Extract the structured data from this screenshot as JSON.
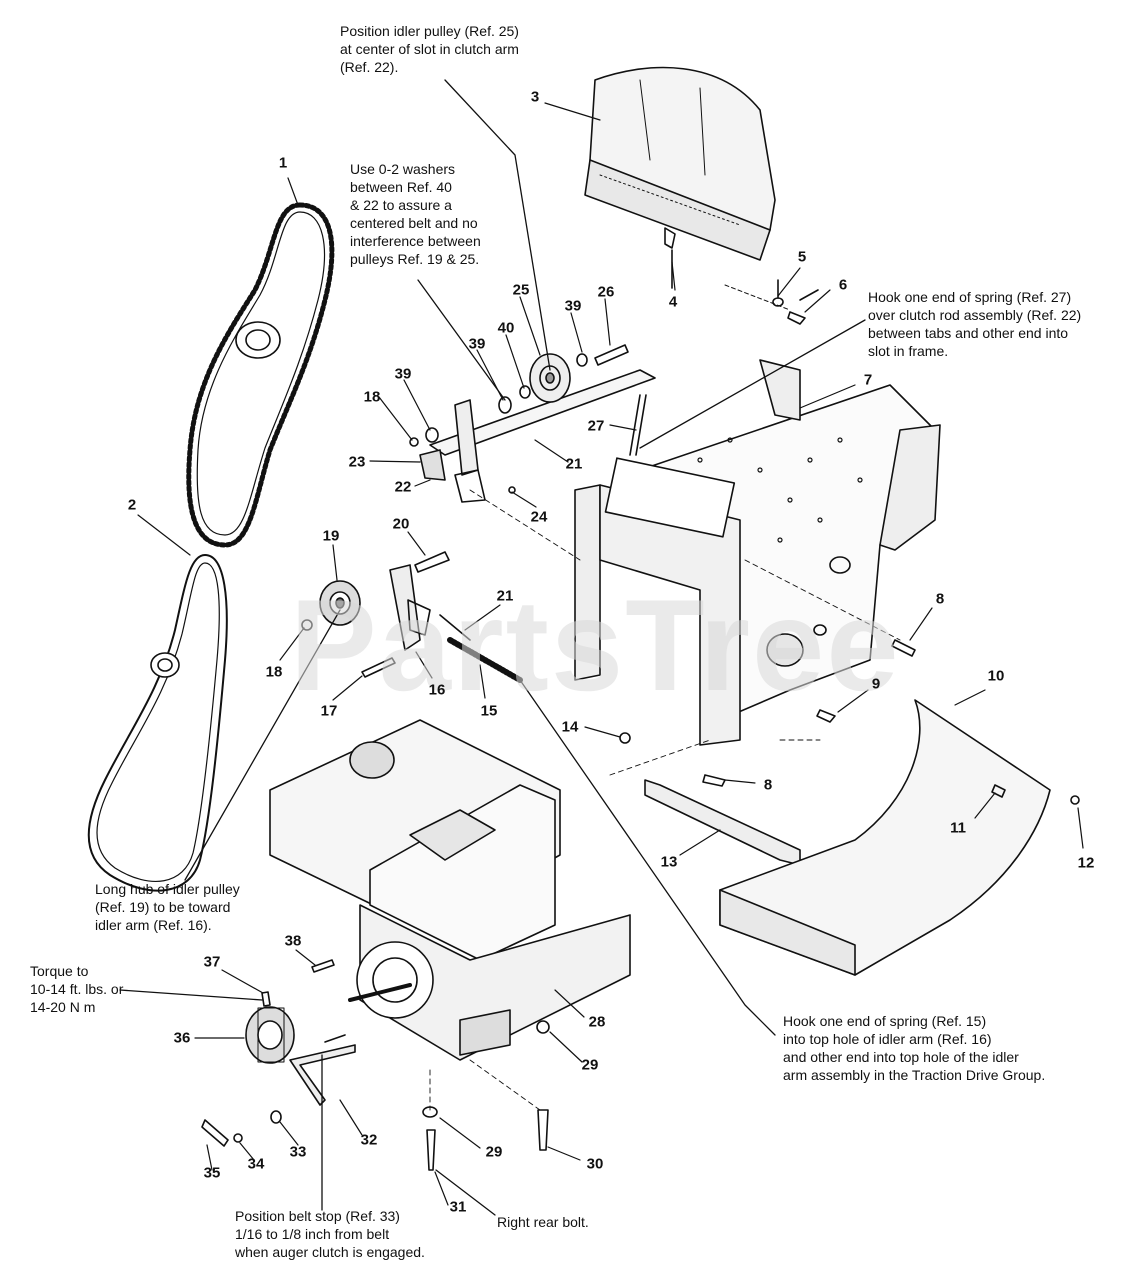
{
  "watermark": "PartsTree",
  "notes": {
    "idler_pulley_25": [
      "Position idler pulley (Ref. 25)",
      "at center of slot in clutch arm",
      "(Ref. 22)."
    ],
    "washers": [
      "Use 0-2 washers",
      "between Ref. 40",
      "& 22 to assure a",
      "centered belt and no",
      "interference between",
      "pulleys Ref. 19 & 25."
    ],
    "spring_27": [
      "Hook one end of spring (Ref. 27)",
      "over clutch rod assembly (Ref. 22)",
      "between tabs and other end into",
      "slot in frame."
    ],
    "long_hub": [
      "Long hub of idler pulley",
      "(Ref. 19) to be toward",
      "idler arm (Ref. 16)."
    ],
    "torque": [
      "Torque to",
      "10-14 ft. lbs. or",
      "14-20 N m"
    ],
    "spring_15": [
      "Hook one end of spring (Ref. 15)",
      "into top hole of idler arm (Ref. 16)",
      "and other end into top hole of the idler",
      "arm assembly in the Traction Drive Group."
    ],
    "belt_stop": [
      "Position belt stop (Ref. 33)",
      "1/16 to 1/8 inch from belt",
      "when auger clutch is engaged."
    ],
    "right_rear_bolt": [
      "Right rear bolt."
    ]
  },
  "refs": [
    "1",
    "2",
    "3",
    "4",
    "5",
    "6",
    "7",
    "8",
    "9",
    "10",
    "11",
    "12",
    "13",
    "14",
    "15",
    "16",
    "17",
    "18",
    "19",
    "20",
    "21",
    "22",
    "23",
    "24",
    "25",
    "26",
    "27",
    "28",
    "29",
    "30",
    "31",
    "32",
    "33",
    "34",
    "35",
    "36",
    "37",
    "38",
    "39",
    "40"
  ],
  "ref_labels": {
    "r1": "1",
    "r2": "2",
    "r3": "3",
    "r4": "4",
    "r5": "5",
    "r6": "6",
    "r7": "7",
    "r8a": "8",
    "r8b": "8",
    "r9": "9",
    "r10": "10",
    "r11": "11",
    "r12": "12",
    "r13": "13",
    "r14": "14",
    "r15": "15",
    "r16": "16",
    "r17": "17",
    "r18a": "18",
    "r18b": "18",
    "r19": "19",
    "r20": "20",
    "r21a": "21",
    "r21b": "21",
    "r22": "22",
    "r23": "23",
    "r24": "24",
    "r25": "25",
    "r26": "26",
    "r27": "27",
    "r28": "28",
    "r29a": "29",
    "r29b": "29",
    "r30": "30",
    "r31": "31",
    "r32": "32",
    "r33": "33",
    "r34": "34",
    "r35": "35",
    "r36": "36",
    "r37": "37",
    "r38": "38",
    "r39a": "39",
    "r39b": "39",
    "r39c": "39",
    "r40": "40"
  }
}
